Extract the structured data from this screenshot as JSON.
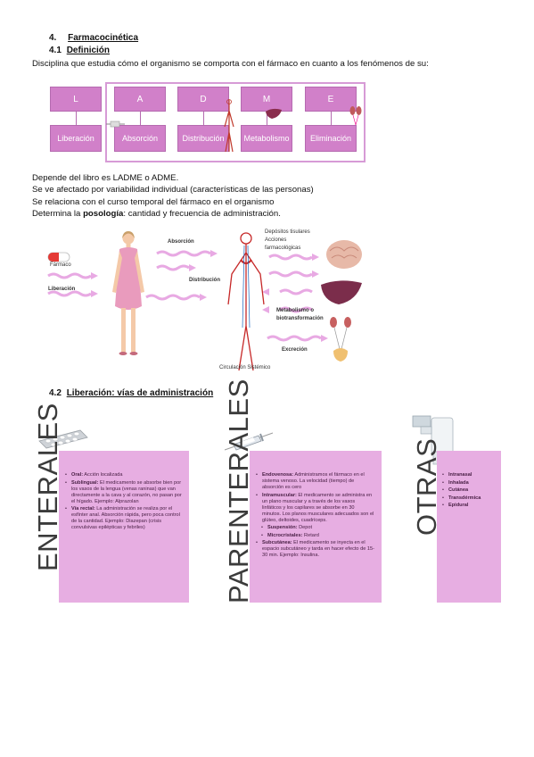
{
  "section4": {
    "num": "4.",
    "title": "Farmacocinética"
  },
  "section41": {
    "num": "4.1",
    "title": "Definición"
  },
  "intro": "Disciplina que estudia cómo el organismo se comporta con el fármaco en cuanto a los fenómenos de su:",
  "ladme": {
    "letters": [
      "L",
      "A",
      "D",
      "M",
      "E"
    ],
    "labels": [
      "Liberación",
      "Absorción",
      "Distribución",
      "Metabolismo",
      "Eliminación"
    ]
  },
  "paragraphs": {
    "p1": "Depende del libro es LADME o ADME.",
    "p2": "Se ve afectado por variabilidad individual (características de las personas)",
    "p3": "Se relaciona con el curso temporal del fármaco en el organismo",
    "p4_pre": "Determina la ",
    "p4_bold": "posología",
    "p4_post": ": cantidad y frecuencia de administración."
  },
  "pk_figure": {
    "farmaco": "Fármaco",
    "liberacion": "Liberación",
    "absorcion": "Absorción",
    "distribucion": "Distribución",
    "depositos": "Depósitos tisulares",
    "acciones": "Acciones",
    "farmacologicas": "farmacológicas",
    "metab1": "Metabolismo o",
    "metab2": "biotransformación",
    "excrecion": "Excreción",
    "circulacion": "Circulación Sistémico"
  },
  "section42": {
    "num": "4.2",
    "title": "Liberación: vías de administración"
  },
  "routes": {
    "enterales": {
      "title": "ENTERALES",
      "items": [
        {
          "bold": "Oral:",
          "text": " Acción localizada"
        },
        {
          "bold": "Sublingual:",
          "text": " El medicamento se absorbe bien por los vasos de la lengua (venas raninas) que van directamente a la cava y al corazón, no pasan por el hígado. Ejemplo: Alprazolan"
        },
        {
          "bold": "Vía rectal:",
          "text": " La administración se realiza por el esfínter anal. Absorción rápida, pero poca control de la cantidad. Ejemplo: Diazepan (crisis convulsivas epilépticas y febriles)"
        }
      ]
    },
    "parenterales": {
      "title": "PARENTERALES",
      "items": [
        {
          "bold": "Endovenosa:",
          "text": " Administramos el fármaco en el sistema venoso. La velocidad (tiempo) de absorción es cero"
        },
        {
          "bold": "Intramuscular:",
          "text": " El medicamento se administra en un plano muscular y a través de los vasos linfáticos y los capilares se absorbe en 30 minutos. Los planos musculares adecuados son el glúteo, deltoides, cuadríceps."
        },
        {
          "bold": "Suspensión:",
          "text": " Depot",
          "sub": true
        },
        {
          "bold": "Microcristales:",
          "text": " Retard",
          "sub": true
        },
        {
          "bold": "Subcutánea:",
          "text": " El medicamento se inyecta en el espacio subcutáneo y tarda en hacer efecto de 15-30 min. Ejemplo: Insulina."
        }
      ]
    },
    "otras": {
      "title": "OTRAS",
      "items": [
        {
          "bold": "Intranasal",
          "text": ""
        },
        {
          "bold": "Inhalada",
          "text": ""
        },
        {
          "bold": "Cutánea",
          "text": ""
        },
        {
          "bold": "Transdérmica",
          "text": ""
        },
        {
          "bold": "Epidural",
          "text": ""
        }
      ]
    }
  },
  "colors": {
    "pink": "#e7aee2",
    "magenta": "#d180c9",
    "border": "#d79bd6"
  }
}
